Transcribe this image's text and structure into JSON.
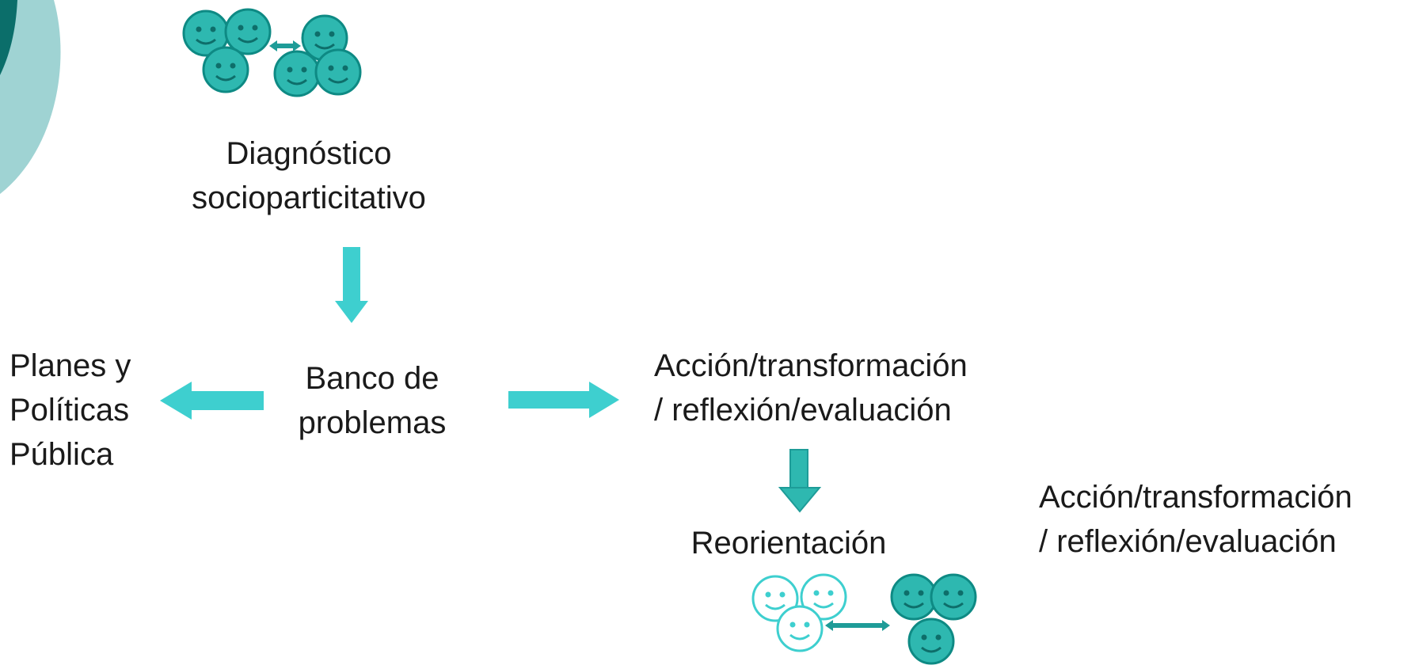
{
  "colors": {
    "teal": "#2EB8B0",
    "teal_dark": "#0E8A84",
    "teal_light_fill": "#ffffff",
    "arrow": "#3ECFCF",
    "arrow_dark": "#1E9C98",
    "deco_light": "#9FD3D3",
    "deco_dark": "#0B6E6A"
  },
  "nodes": {
    "diagnostico": [
      "Diagnóstico",
      "socioparticitativo"
    ],
    "banco": [
      "Banco de",
      "problemas"
    ],
    "planes": [
      "Planes y",
      "Políticas",
      "Pública"
    ],
    "accion1": [
      "Acción/transformación",
      "/ reflexión/evaluación"
    ],
    "reorientacion": [
      "Reorientación"
    ],
    "accion2": [
      "Acción/transformación",
      "/ reflexión/evaluación"
    ]
  },
  "icons": {
    "top_group": "smiley-faces-group-icon",
    "bottom_group": "smiley-faces-group-icon"
  }
}
